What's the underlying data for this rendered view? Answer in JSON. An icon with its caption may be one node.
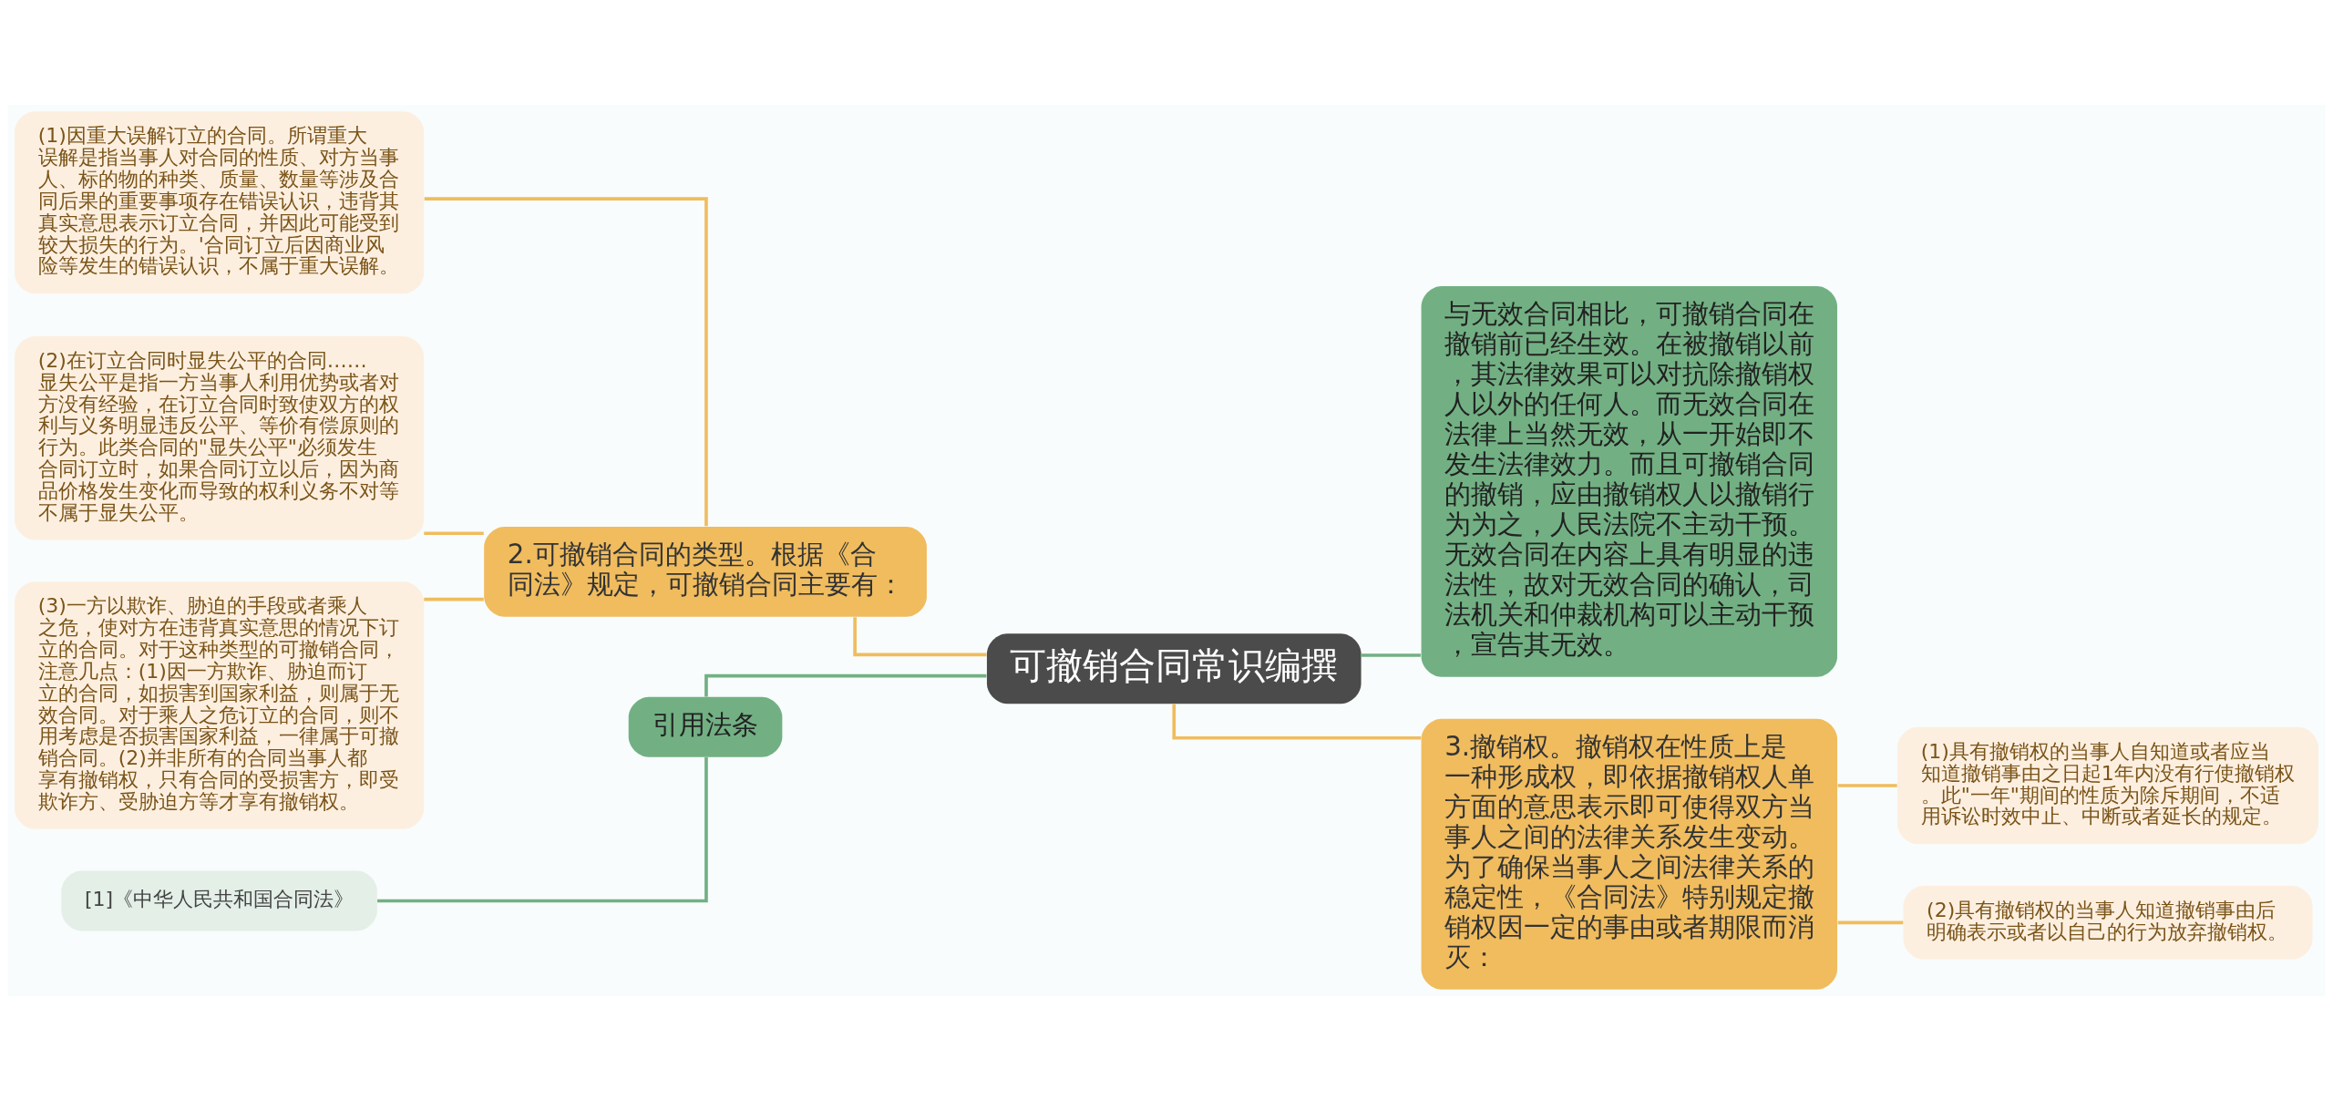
{
  "diagram": {
    "nodes": [
      {
        "text": [
          "可撤销合同常识编撰"
        ]
      },
      {
        "text": [
          "2.可撤销合同的类型。根据《合同法》规定，可撤销合同主要有："
        ]
      },
      {
        "text": [
          "(1)因重大误解订立的合同。所谓重大误解是指当事人对合同的性质、对方当事人、标的物的种类、质量、数量等涉及合同后果的重要事项存在错误认识，违背其真实意思表示订立合同，并因此可能受到较大损失的行为。'合同订立后因商业风险等发生的错误认识，不属于重大误解。"
        ]
      },
      {
        "text": [
          "(2)在订立合同时显失公平的合同……显失公平是指一方当事人利用优势或者对方没有经验，在订立合同时致使双方的权利与义务明显违反公平、等价有偿原则的行为。此类合同的\"显失公平\"必须发生合同订立时，如果合同订立以后，因为商品价格发生变化而导致的权利义务不对等不属于显失公平。"
        ]
      },
      {
        "text": [
          "(3)一方以欺诈、胁迫的手段或者乘人之危，使对方在违背真实意思的情况下订立的合同。对于这种类型的可撤销合同，注意几点：(1)因一方欺诈、胁迫而订立的合同，如损害到国家利益，则属于无效合同。对于乘人之危订立的合同，则不用考虑是否损害国家利益，一律属于可撤销合同。(2)并非所有的合同当事人都享有撤销权，只有合同的受损害方，即受欺诈方、受胁迫方等才享有撤销权。"
        ]
      },
      {
        "text": [
          "引用法条"
        ]
      },
      {
        "text": [
          "[1]《中华人民共和国合同法》"
        ]
      },
      {
        "text": [
          "与无效合同相比，可撤销合同在撤销前已经生效。在被撤销以前，其法律效果可以对抗除撤销权人以外的任何人。而无效合同在法律上当然无效，从一开始即不发生法律效力。而且可撤销合同的撤销，应由撤销权人以撤销行为为之，人民法院不主动干预。无效合同在内容上具有明显的违法性，故对无效合同的确认，司法机关和仲裁机构可以主动干预，宣告其无效。"
        ]
      },
      {
        "text": [
          "3.撤销权。撤销权在性质上是一种形成权，即依据撤销权人单方面的意思表示即可使得双方当事人之间的法律关系发生变动。为了确保当事人之间法律关系的稳定性，《合同法》特别规定撤销权因一定的事由或者期限而消灭："
        ]
      },
      {
        "text": [
          "(1)具有撤销权的当事人自知道或者应当知道撤销事由之日起1年内没有行使撤销权。此\"一年\"期间的性质为除斥期间，不适用诉讼时效中止、中断或者延长的规定。"
        ]
      },
      {
        "text": [
          "(2)具有撤销权的当事人知道撤销事由后明确表示或者以自己的行为放弃撤销权。"
        ]
      }
    ],
    "edges": [
      {
        "from": 0,
        "to": 1,
        "arrow": "none"
      },
      {
        "from": 1,
        "to": 2,
        "arrow": "none"
      },
      {
        "from": 1,
        "to": 3,
        "arrow": "none"
      },
      {
        "from": 1,
        "to": 4,
        "arrow": "none"
      },
      {
        "from": 0,
        "to": 5,
        "arrow": "none",
        "color": "#72b083"
      },
      {
        "from": 5,
        "to": 6,
        "arrow": "none",
        "color": "#72b083"
      },
      {
        "from": 0,
        "to": 7,
        "arrow": "none",
        "color": "#72b083"
      },
      {
        "from": 0,
        "to": 8,
        "arrow": "none"
      },
      {
        "from": 8,
        "to": 9,
        "arrow": "none"
      },
      {
        "from": 8,
        "to": 10,
        "arrow": "none"
      }
    ]
  }
}
